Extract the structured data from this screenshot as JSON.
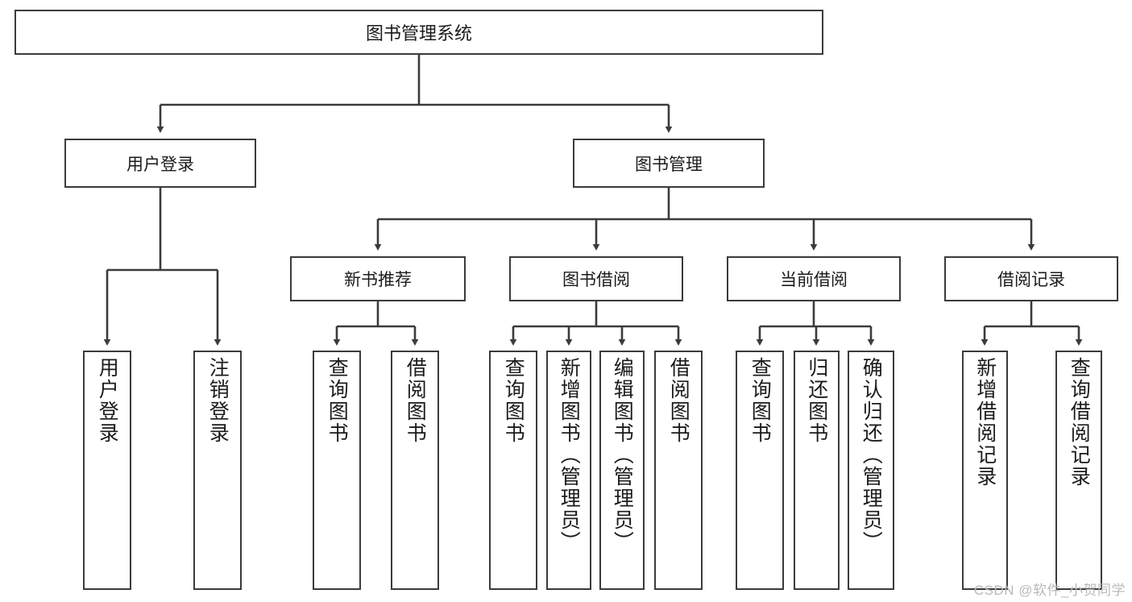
{
  "diagram": {
    "title": "图书管理系统",
    "type": "tree",
    "watermark": "CSDN @软件_小贺同学",
    "colors": {
      "stroke": "#3b3b3b",
      "fill": "#ffffff",
      "text": "#1b1b1b",
      "watermark": "#b9b9b9"
    },
    "root": {
      "label": "图书管理系统"
    },
    "level2": [
      {
        "label": "用户登录"
      },
      {
        "label": "图书管理"
      }
    ],
    "level3": [
      {
        "label": "新书推荐"
      },
      {
        "label": "图书借阅"
      },
      {
        "label": "当前借阅"
      },
      {
        "label": "借阅记录"
      }
    ],
    "leaves": [
      {
        "label": "用户登录",
        "parent": "用户登录"
      },
      {
        "label": "注销登录",
        "parent": "用户登录"
      },
      {
        "label": "查询图书",
        "parent": "新书推荐"
      },
      {
        "label": "借阅图书",
        "parent": "新书推荐"
      },
      {
        "label": "查询图书",
        "parent": "图书借阅"
      },
      {
        "label": "新增图书（管理员）",
        "parent": "图书借阅"
      },
      {
        "label": "编辑图书（管理员）",
        "parent": "图书借阅"
      },
      {
        "label": "借阅图书",
        "parent": "图书借阅"
      },
      {
        "label": "查询图书",
        "parent": "当前借阅"
      },
      {
        "label": "归还图书",
        "parent": "当前借阅"
      },
      {
        "label": "确认归还（管理员）",
        "parent": "当前借阅"
      },
      {
        "label": "新增借阅记录",
        "parent": "借阅记录"
      },
      {
        "label": "查询借阅记录",
        "parent": "借阅记录"
      }
    ]
  }
}
